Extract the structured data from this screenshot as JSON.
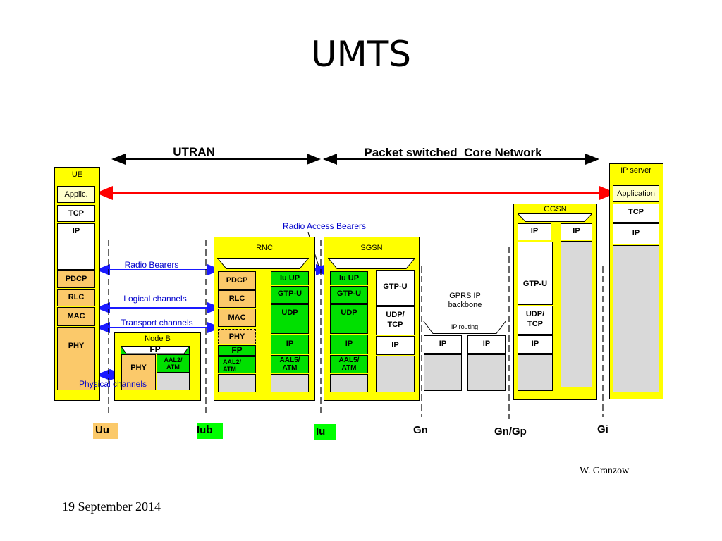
{
  "title": "UMTS",
  "spans": {
    "utran": "UTRAN",
    "core": "Packet switched  Core Network"
  },
  "nodes": {
    "ue": {
      "label": "UE",
      "applic": "Applic.",
      "tcp": "TCP",
      "ip": "IP",
      "pdcp": "PDCP",
      "rlc": "RLC",
      "mac": "MAC",
      "phy": "PHY"
    },
    "nodeb": {
      "label": "Node B",
      "fp": "FP",
      "phy": "PHY",
      "aal2": "AAL2/ ATM"
    },
    "rnc": {
      "label": "RNC",
      "pdcp": "PDCP",
      "rlc": "RLC",
      "mac": "MAC",
      "phy": "PHY",
      "fp": "FP",
      "aal2": "AAL2/ ATM",
      "iuup": "Iu UP",
      "gtpu": "GTP-U",
      "udp": "UDP",
      "ip": "IP",
      "aal5": "AAL5/ ATM"
    },
    "sgsn": {
      "label": "SGSN",
      "iuup": "Iu UP",
      "gtpu_l": "GTP-U",
      "udp_l": "UDP",
      "ip_l": "IP",
      "aal5": "AAL5/ ATM",
      "gtpu_r": "GTP-U",
      "udptcp": "UDP/ TCP",
      "ip_r": "IP"
    },
    "gprs": {
      "label": "GPRS IP backbone",
      "routing": "IP routing",
      "ip1": "IP",
      "ip2": "IP"
    },
    "ggsn": {
      "label": "GGSN",
      "ip_l": "IP",
      "ip_r": "IP",
      "gtpu": "GTP-U",
      "udptcp": "UDP/ TCP",
      "ip_b": "IP"
    },
    "server": {
      "label": "IP server",
      "app": "Application",
      "tcp": "TCP",
      "ip": "IP"
    }
  },
  "bearers": {
    "rab": "Radio Access Bearers",
    "radio": "Radio Bearers",
    "logical": "Logical channels",
    "transport": "Transport channels",
    "physical": "Physical channels"
  },
  "interfaces": {
    "uu": "Uu",
    "iub": "Iub",
    "iu": "Iu",
    "gn": "Gn",
    "gngp": "Gn/Gp",
    "gi": "Gi"
  },
  "footer": {
    "author": "W. Granzow",
    "date": "19 September 2014"
  },
  "colors": {
    "node": "#ffff00",
    "layer_orange": "#fbc96a",
    "layer_green": "#00e000",
    "bearer_blue": "#0000cc",
    "end_to_end": "#ff0000"
  }
}
